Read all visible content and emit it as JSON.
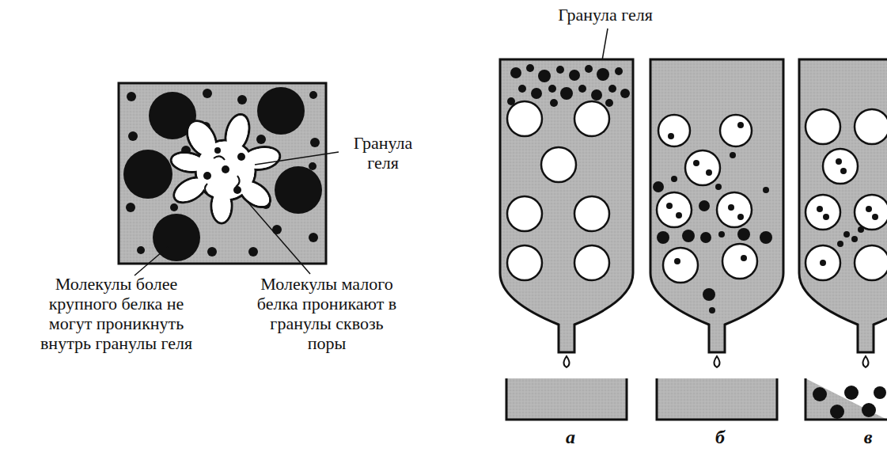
{
  "diagram": {
    "labels": [
      "Гранула геля",
      "Молекулы более крупного белка не могут проникнуть внутрь гранулы геля",
      "Молекулы малого белка проникают в гранулы сквозь поры",
      "Гранула геля",
      "а",
      "б",
      "в"
    ]
  }
}
